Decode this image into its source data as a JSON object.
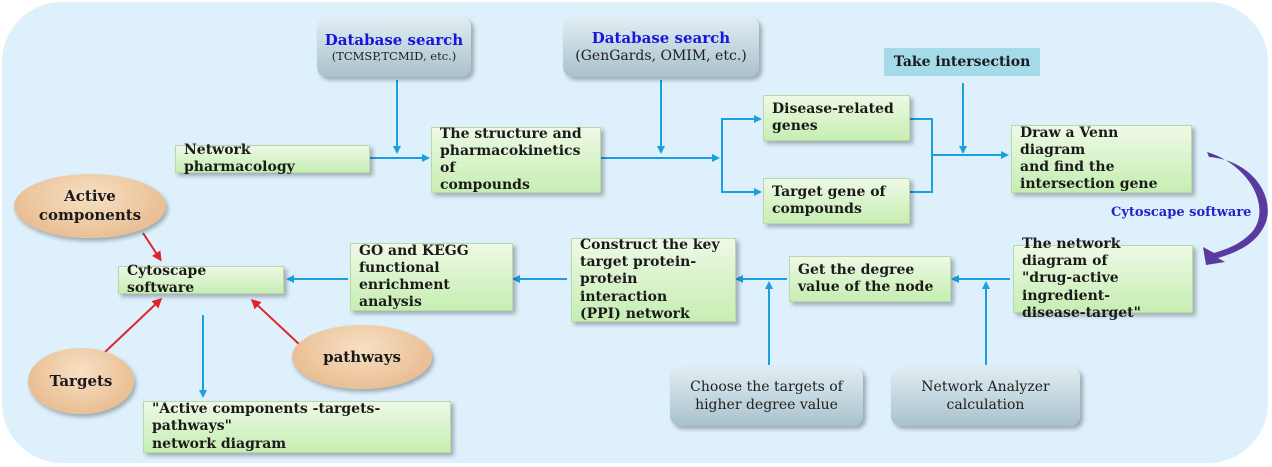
{
  "sources": {
    "db1": {
      "title": "Database search",
      "sub": "(TCMSP,TCMID, etc.)"
    },
    "db2": {
      "title": "Database search",
      "sub": "(GenGards, OMIM, etc.)"
    },
    "intersection": "Take intersection"
  },
  "steps": {
    "network_pharmacology": "Network pharmacology",
    "structure": "The structure and\npharmacokinetics of\ncompounds",
    "disease_genes": "Disease-related\ngenes",
    "target_genes": "Target gene of\ncompounds",
    "venn": "Draw a Venn diagram\nand find the\nintersection gene",
    "network_diagram": "The network diagram of\n\"drug-active ingredient-\ndisease-target\"",
    "degree": "Get the degree\nvalue of the node",
    "ppi": "Construct the key\ntarget protein-\nprotein interaction\n(PPI) network",
    "go_kegg": "GO and KEGG\nfunctional\nenrichment analysis",
    "cytoscape": "Cytoscape software",
    "final": "\"Active components -targets-pathways\"\nnetwork diagram"
  },
  "tools": {
    "choose_targets": "Choose  the targets of\nhigher degree value",
    "network_analyzer": "Network Analyzer\ncalculation"
  },
  "inputs": {
    "active_components": "Active\ncomponents",
    "targets": "Targets",
    "pathways": "pathways"
  },
  "labels": {
    "cytoscape_curve": "Cytoscape software"
  },
  "colors": {
    "flow_arrow": "#1a9fe0",
    "input_arrow": "#e0242c",
    "curved_arrow": "#5b3aa0"
  }
}
